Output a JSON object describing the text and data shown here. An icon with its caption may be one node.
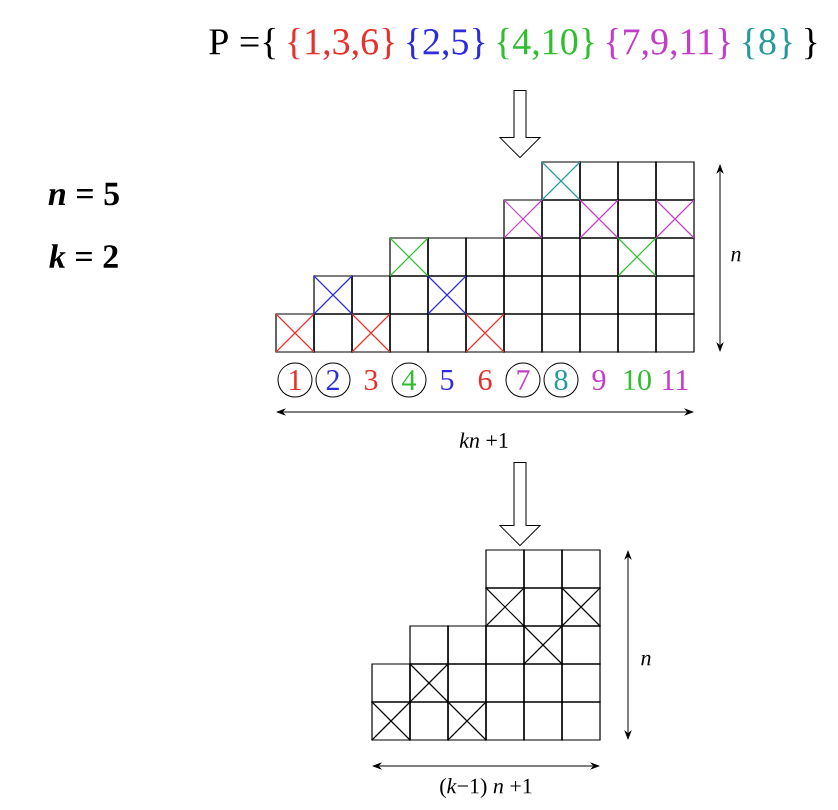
{
  "diagram": {
    "nodes": [
      {
        "text": [
          "P ={",
          "{1,3,6}",
          "{2,5}",
          "{4,10}",
          "{7,9,11}",
          "{8}",
          "}"
        ]
      },
      {
        "text": [
          "1",
          "2",
          "3",
          "4",
          "5",
          "6",
          "7",
          "8",
          "9",
          "10",
          "11",
          "*kn* +1"
        ]
      },
      {
        "text": [],
        "shape": "grid"
      }
    ],
    "edges": [
      {
        "from": 0,
        "to": 1,
        "arrow": "to"
      },
      {
        "from": 1,
        "to": 2,
        "arrow": "to"
      }
    ],
    "labels": [
      "*n* = 5",
      "*k* = 2",
      "*n*",
      "(*k*−1) *n* +1",
      "*n*"
    ]
  }
}
